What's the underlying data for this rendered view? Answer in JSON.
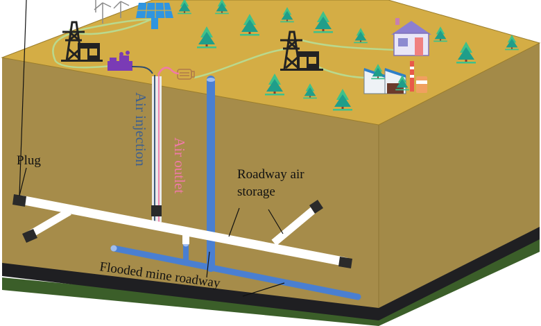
{
  "figure": {
    "labels": {
      "air_injection": "Air injection",
      "air_outlet": "Air outlet",
      "plug": "Plug",
      "roadway_air_storage_line1": "Roadway air",
      "roadway_air_storage_line2": "storage",
      "flooded_mine_roadway": "Flooded mine roadway"
    },
    "colors": {
      "surface": "#d4ad45",
      "front_face": "#a68c4a",
      "side_face": "#a38a48",
      "coal_layer": "#1f1f22",
      "base_layer": "#3b5e29",
      "roadway": "#ffffff",
      "plug": "#2a2a2a",
      "water_pipe": "#4a7fd1",
      "water_cap": "#9fbdf0",
      "injection_pipe": "#2e4b6d",
      "outlet_pipe": "#f07aa8",
      "injection_text": "#3d5f8f",
      "outlet_text": "#f07aa8",
      "power_line": "#b9d98e",
      "tree_dark": "#1f9e8a",
      "tree_light": "#3fc18a",
      "solar": "#2f95e0",
      "compressor": "#7a3bb5",
      "turbine": "#b07a4a"
    },
    "icons": [
      "wind-turbine-icon",
      "solar-panel-icon",
      "pylon-icon",
      "substation-icon",
      "compressor-icon",
      "generator-icon",
      "house-icon",
      "factory-icon",
      "tree-icon"
    ]
  }
}
